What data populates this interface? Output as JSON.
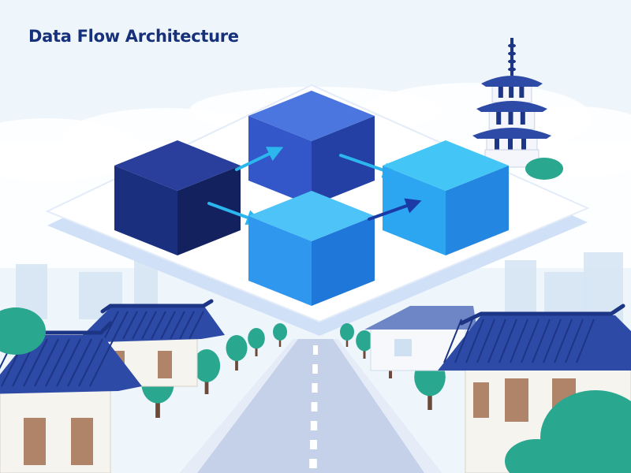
{
  "title": "Data Flow Architecture",
  "colors": {
    "title": "#16307a",
    "sky": "#eef5fb",
    "cloud": "#ffffff",
    "platform_top": "#ffffff",
    "platform_edge": "#cfe0f7",
    "cube_navy": [
      "#2a3f9c",
      "#1b2f7f",
      "#13225f"
    ],
    "cube_blue": [
      "#4b76df",
      "#3357c9",
      "#2440a4"
    ],
    "cube_sky": [
      "#43c6f6",
      "#2ca6f0",
      "#2386e0"
    ],
    "cube_light": [
      "#4dc3f7",
      "#2f97ee",
      "#1f78d9"
    ],
    "arrow_cyan": "#2cb6ee",
    "arrow_navy": "#1c3aa6",
    "roof": "#2d4aa6",
    "roof_dark": "#1d3585",
    "tree": "#2aa88f",
    "tree_trunk": "#6b4a3a",
    "road": "#c5d0e9",
    "road_line": "#ffffff",
    "building": "#d6e6f4"
  },
  "cubes": [
    {
      "name": "cube-navy-source",
      "color": "cube_navy"
    },
    {
      "name": "cube-blue-top",
      "color": "cube_blue"
    },
    {
      "name": "cube-sky-right",
      "color": "cube_sky"
    },
    {
      "name": "cube-light-bottom",
      "color": "cube_light"
    }
  ],
  "arrows": [
    {
      "name": "flow-arrow-navy-to-blue",
      "color": "arrow_cyan"
    },
    {
      "name": "flow-arrow-blue-to-sky",
      "color": "arrow_cyan"
    },
    {
      "name": "flow-arrow-navy-to-light",
      "color": "arrow_cyan"
    },
    {
      "name": "flow-arrow-light-to-sky",
      "color": "arrow_navy"
    }
  ]
}
